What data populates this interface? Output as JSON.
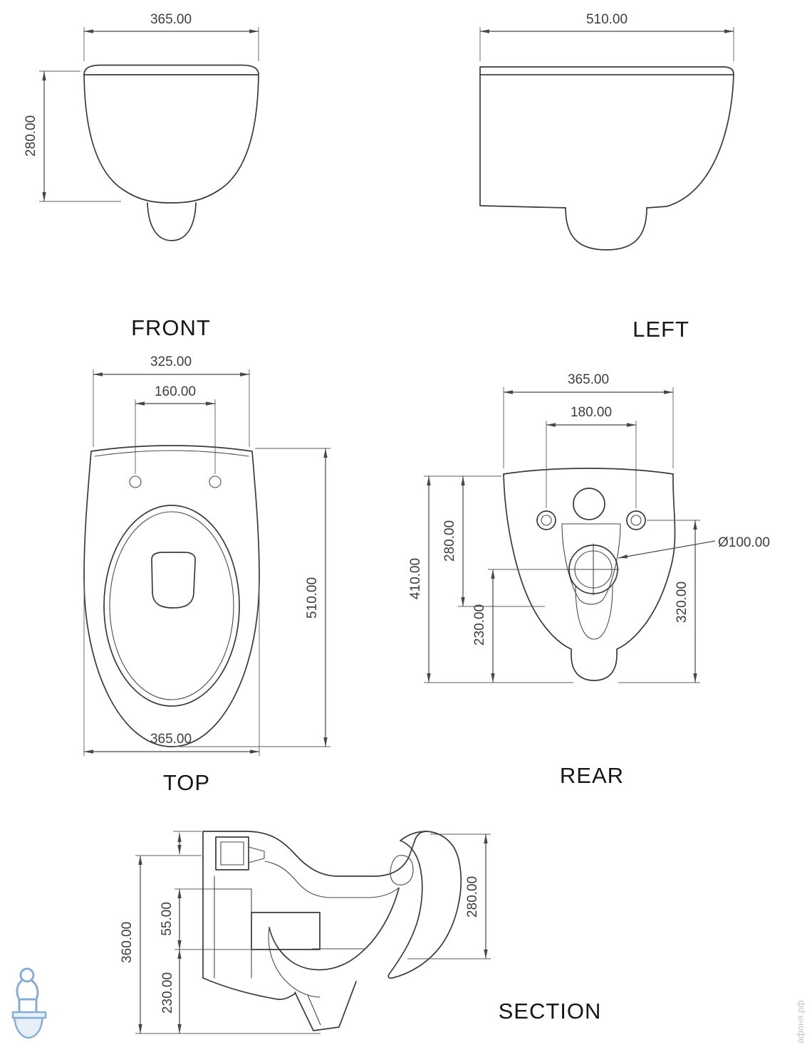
{
  "views": {
    "front": {
      "label": "FRONT",
      "dim_width": "365.00",
      "dim_height": "280.00"
    },
    "left": {
      "label": "LEFT",
      "dim_depth": "510.00"
    },
    "top": {
      "label": "TOP",
      "dim_seat_width": "325.00",
      "dim_hinge_spacing": "160.00",
      "dim_depth": "510.00",
      "dim_width": "365.00"
    },
    "rear": {
      "label": "REAR",
      "dim_width": "365.00",
      "dim_bolt_spacing": "180.00",
      "dim_height": "280.00",
      "dim_total_height": "410.00",
      "dim_outlet_drop": "230.00",
      "dim_side": "320.00",
      "dim_outlet_diameter": "Ø100.00"
    },
    "section": {
      "label": "SECTION",
      "dim_total_depth": "360.00",
      "dim_rim": "55.00",
      "dim_trap": "230.00",
      "dim_height": "280.00"
    }
  },
  "watermark": {
    "site_text": "афоня.рф"
  },
  "colors": {
    "line": "#3a3a3a",
    "dim_text": "#3d3d3d",
    "watermark_blue": "#8aaed2"
  }
}
